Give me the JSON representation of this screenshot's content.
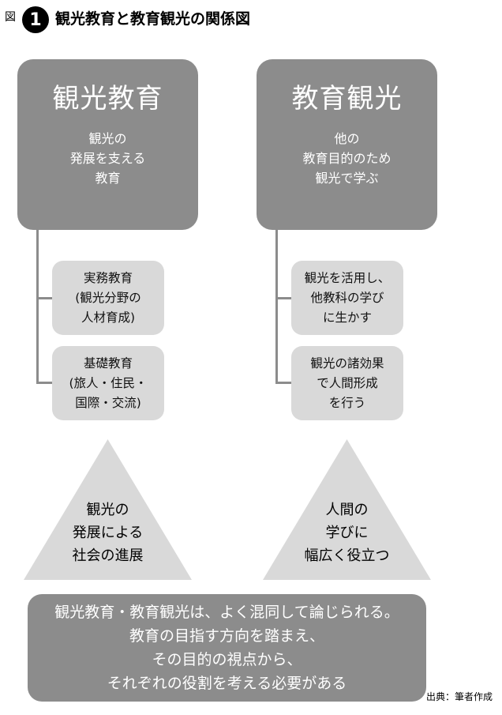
{
  "header": {
    "fig_label": "図",
    "fig_number": "1",
    "title": "観光教育と教育観光の関係図"
  },
  "left": {
    "title": "観光教育",
    "description": "観光の\n発展を支える\n教育",
    "items": [
      {
        "text": "実務教育\n(観光分野の\n人材育成)"
      },
      {
        "text": "基礎教育\n(旅人・住民・\n国際・交流)"
      }
    ],
    "triangle": "観光の\n発展による\n社会の進展"
  },
  "right": {
    "title": "教育観光",
    "description": "他の\n教育目的のため\n観光で学ぶ",
    "items": [
      {
        "text": "観光を活用し、\n他教科の学び\nに生かす"
      },
      {
        "text": "観光の諸効果\nで人間形成\nを行う"
      }
    ],
    "triangle": "人間の\n学びに\n幅広く役立つ"
  },
  "summary": "観光教育・教育観光は、よく混同して論じられる。\n教育の目指す方向を踏まえ、\nその目的の視点から、\nそれぞれの役割を考える必要がある",
  "source": "出典：筆者作成",
  "colors": {
    "dark_box": "#8c8c8c",
    "light_box": "#d9d9d9",
    "triangle": "#d9d9d9",
    "text_light": "#ffffff"
  }
}
